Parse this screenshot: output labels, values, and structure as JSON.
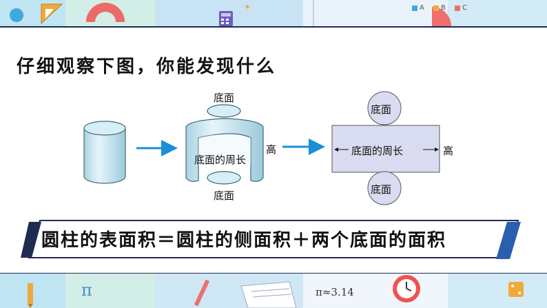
{
  "heading": "仔细观察下图，你能发现什么",
  "labels": {
    "middle_top_base": "底面",
    "middle_bottom_base": "底面",
    "middle_circumference": "底面的周长",
    "middle_height": "高",
    "right_top_base": "底面",
    "right_bottom_base": "底面",
    "right_circumference": "底面的周长",
    "right_height": "高"
  },
  "formula": "圆柱的表面积＝圆柱的侧面积＋两个底面的面积",
  "banner": {
    "options": [
      "A",
      "B",
      "C"
    ],
    "pi_text": "π≈3.14",
    "pi_symbol": "π"
  },
  "colors": {
    "cylinder_fill": "#cfe9f2",
    "cylinder_edge": "#3f6a78",
    "rect_fill": "#d9dcf0",
    "arrow": "#1b8fd8",
    "formula_dark": "#1f2a52",
    "formula_accent": "#2a5fb0"
  }
}
